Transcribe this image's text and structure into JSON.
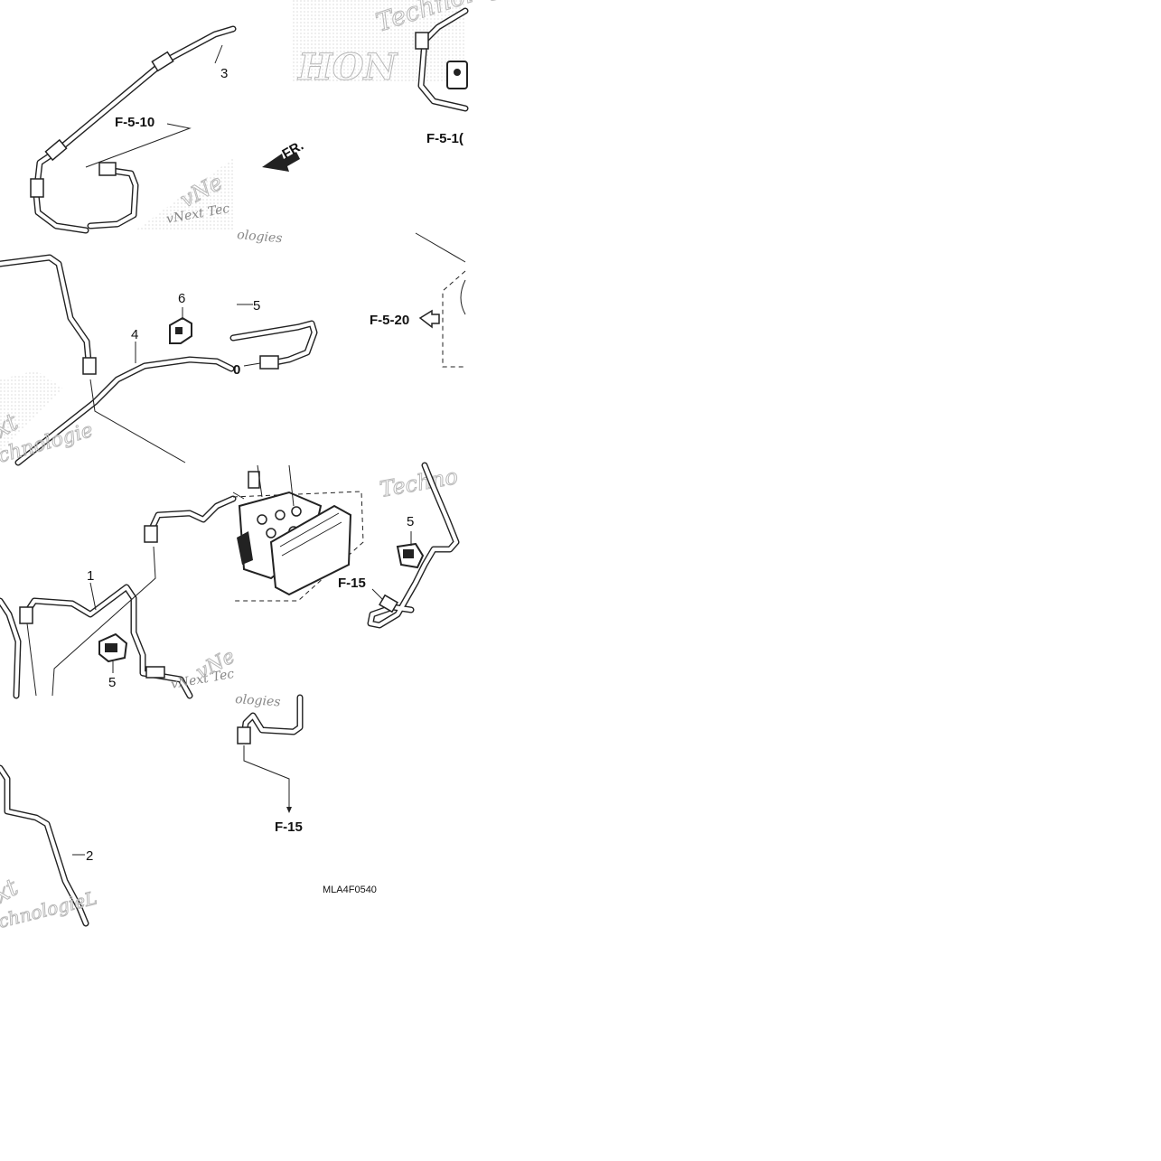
{
  "callouts": {
    "n1": "1",
    "n2": "2",
    "n3": "3",
    "n4": "4",
    "n5a": "5",
    "n5b": "5",
    "n5c": "5",
    "n6": "6"
  },
  "refs": {
    "f510_a": "F-5-10",
    "f510_b": "F-5-1(",
    "f520": "F-5-20",
    "f15_a": "F-15",
    "f15_b": "F-15",
    "zero": "0",
    "front": "FR."
  },
  "diagram_code": "MLA4F0540",
  "watermarks": {
    "w1": "vNext Tec",
    "w2": "Technologies",
    "w3": "Techno",
    "w4": "Techn",
    "w5": "vNe",
    "w6": "xt",
    "w7": "vNext Tec",
    "w8": "chnologie",
    "w9": "xt",
    "w10": "chnologieL",
    "w11": "ologies",
    "w12": "HON",
    "w13": "vNe"
  }
}
